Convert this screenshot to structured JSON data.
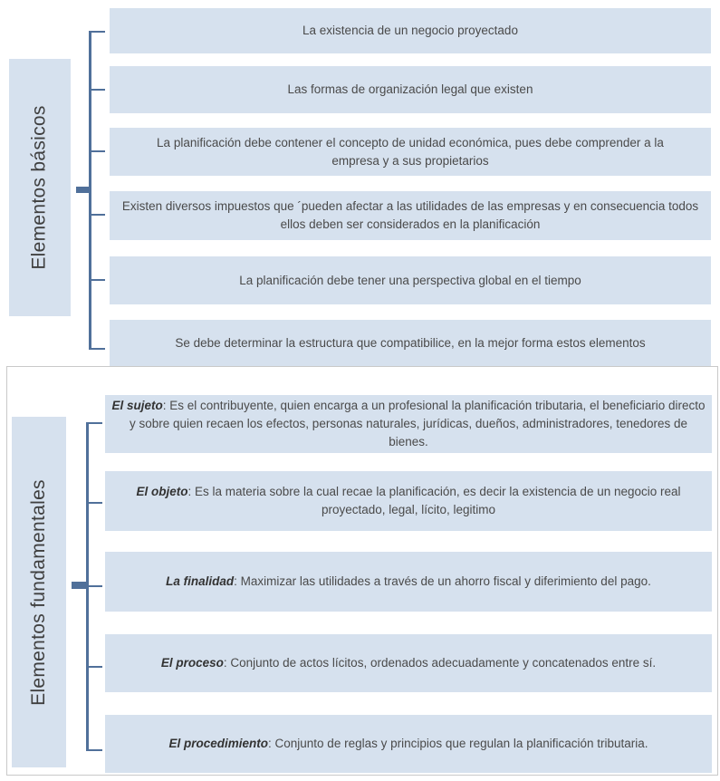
{
  "basic": {
    "title": "Elementos básicos",
    "items": [
      "La existencia de un negocio proyectado",
      "Las formas de organización legal que existen",
      "La planificación debe contener el concepto de unidad económica, pues debe comprender a la empresa y a sus propietarios",
      "Existen diversos impuestos que ´pueden afectar a las utilidades de las empresas y en consecuencia todos ellos deben ser considerados en la planificación",
      "La planificación debe tener una perspectiva global en el tiempo",
      "Se debe determinar la estructura que compatibilice, en la mejor forma estos elementos"
    ]
  },
  "fundamental": {
    "title": "Elementos fundamentales",
    "items": [
      {
        "term": "El sujeto",
        "text": ": Es el contribuyente, quien encarga a un profesional la planificación tributaria, el beneficiario directo y sobre quien recaen los efectos, personas naturales, jurídicas, dueños, administradores, tenedores de bienes."
      },
      {
        "term": "El objeto",
        "text": ": Es la materia sobre la cual recae la planificación, es decir la existencia de un negocio real proyectado, legal, lícito, legitimo"
      },
      {
        "term": "La finalidad",
        "text": ": Maximizar las utilidades a través de un ahorro fiscal y diferimiento del pago."
      },
      {
        "term": "El proceso",
        "text": ": Conjunto de actos lícitos, ordenados adecuadamente y concatenados entre sí."
      },
      {
        "term": "El procedimiento",
        "text": ": Conjunto de reglas y principios que regulan la planificación tributaria."
      }
    ]
  },
  "colors": {
    "box": "#d6e1ee",
    "connector": "#50709a",
    "text": "#4a4a4a"
  }
}
